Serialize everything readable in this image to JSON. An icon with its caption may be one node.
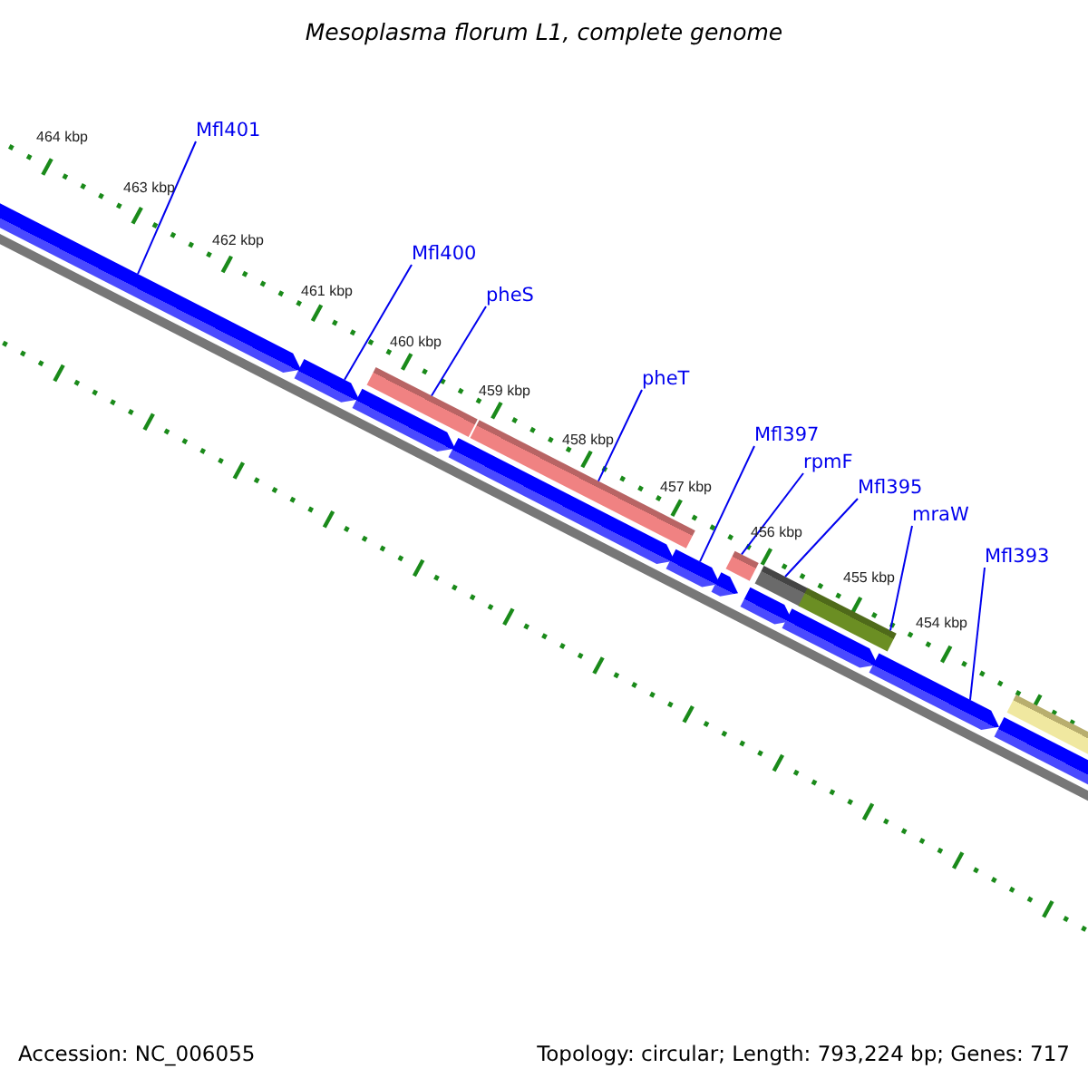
{
  "diagram": {
    "title": "Mesoplasma florum L1, complete genome",
    "nodes": [
      {
        "text": [
          "Mfl401"
        ]
      },
      {
        "text": [
          "Mfl400"
        ]
      },
      {
        "text": [
          "pheS"
        ]
      },
      {
        "text": [
          "pheT"
        ]
      },
      {
        "text": [
          "Mfl397"
        ]
      },
      {
        "text": [
          "rpmF"
        ]
      },
      {
        "text": [
          "Mfl395"
        ]
      },
      {
        "text": [
          "mraW"
        ]
      },
      {
        "text": [
          "Mfl393"
        ]
      },
      {
        "text": [],
        "shape": "pentagon"
      },
      {
        "text": [],
        "shape": "pentagon"
      },
      {
        "text": [],
        "shape": "pentagon"
      },
      {
        "text": [],
        "shape": "bar"
      },
      {
        "text": [],
        "shape": "pentagon"
      },
      {
        "text": [],
        "shape": "bar"
      },
      {
        "text": [],
        "shape": "pentagon"
      },
      {
        "text": [],
        "shape": "pentagon"
      },
      {
        "text": [],
        "shape": "bar"
      },
      {
        "text": [],
        "shape": "pentagon"
      },
      {
        "text": [],
        "shape": "bar"
      },
      {
        "text": [],
        "shape": "pentagon"
      },
      {
        "text": [],
        "shape": "bar"
      },
      {
        "text": [],
        "shape": "pentagon"
      },
      {
        "text": [],
        "shape": "pentagon"
      },
      {
        "text": [],
        "shape": "bar"
      }
    ],
    "edges": [
      {
        "from": 0,
        "to": 9,
        "arrow": "none"
      },
      {
        "from": 1,
        "to": 10,
        "arrow": "none"
      },
      {
        "from": 2,
        "to": 12,
        "arrow": "none"
      },
      {
        "from": 3,
        "to": 14,
        "arrow": "none"
      },
      {
        "from": 4,
        "to": 15,
        "arrow": "none"
      },
      {
        "from": 5,
        "to": 17,
        "arrow": "none"
      },
      {
        "from": 6,
        "to": 19,
        "arrow": "none"
      },
      {
        "from": 7,
        "to": 21,
        "arrow": "none"
      },
      {
        "from": 8,
        "to": 22,
        "arrow": "none"
      }
    ],
    "labels": [
      "464 kbp",
      "463 kbp",
      "462 kbp",
      "461 kbp",
      "460 kbp",
      "459 kbp",
      "458 kbp",
      "457 kbp",
      "456 kbp",
      "455 kbp",
      "454 kbp",
      "Accession: NC_006055",
      "Topology: circular; Length: 793,224 bp; Genes: 717"
    ]
  }
}
